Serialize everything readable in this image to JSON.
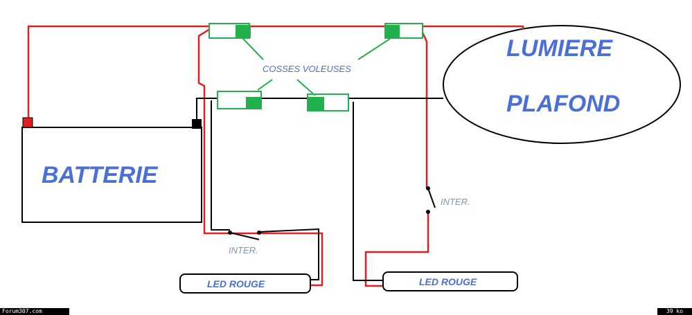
{
  "labels": {
    "battery": "BATTERIE",
    "light_line1": "LUMIERE",
    "light_line2": "PLAFOND",
    "taps": "COSSES VOLEUSES",
    "switch_left": "INTER.",
    "switch_right": "INTER.",
    "led_left": "LED ROUGE",
    "led_right": "LED ROUGE"
  },
  "footer": {
    "left": "Forum307.com",
    "right": "39 ko"
  },
  "colors": {
    "positive_wire": "#e02020",
    "negative_wire": "#000000",
    "tap_connector": "#22b14c",
    "label_text": "#4a6fd6"
  }
}
